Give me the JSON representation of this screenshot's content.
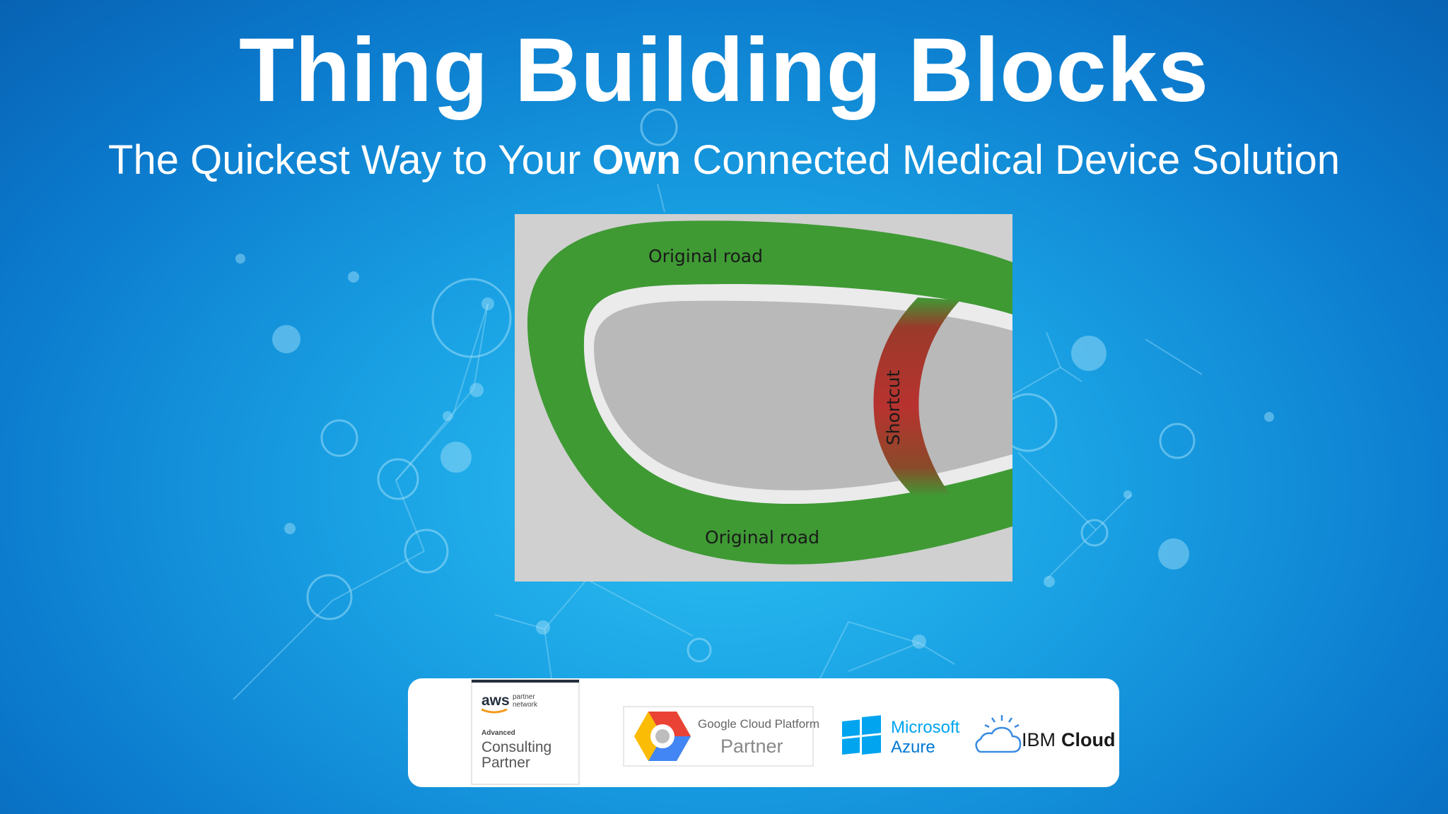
{
  "title": "Thing Building Blocks",
  "subtitle": {
    "before": "The Quickest Way to Your ",
    "emphasis": "Own",
    "after": " Connected Medical Device Solution"
  },
  "figure": {
    "road_top_label": "Original road",
    "road_bottom_label": "Original road",
    "shortcut_label": "Shortcut",
    "colors": {
      "road": "#3f9a34",
      "shortcut": "#b8322f",
      "inner": "#b9b9b9",
      "background": "#d0d0d0"
    }
  },
  "partners": {
    "aws": {
      "brand": "aws",
      "network_line1": "partner",
      "network_line2": "network",
      "tier": "Advanced",
      "line1": "Consulting",
      "line2": "Partner"
    },
    "google": {
      "brand": "Google Cloud Platform",
      "role": "Partner"
    },
    "azure": {
      "line1": "Microsoft",
      "line2": "Azure"
    },
    "ibm": {
      "prefix": "IBM",
      "name": "Cloud"
    }
  }
}
